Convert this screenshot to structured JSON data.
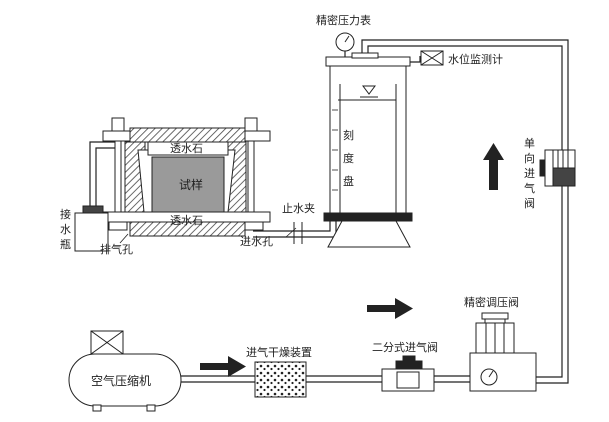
{
  "labels": {
    "pressure_gauge": "精密压力表",
    "water_level_meter": "水位监测计",
    "scale_char_1": "刻",
    "scale_char_2": "度",
    "scale_char_3": "盘",
    "one_way_char_1": "单",
    "one_way_char_2": "向",
    "one_way_char_3": "进",
    "one_way_char_4": "气",
    "one_way_char_5": "阀",
    "permeable_stone_top": "透水石",
    "sample": "试样",
    "permeable_stone_bottom": "透水石",
    "water_stop_clamp": "止水夹",
    "water_inlet": "进水孔",
    "exhaust_hole": "排气孔",
    "bottle_char_1": "接",
    "bottle_char_2": "水",
    "bottle_char_3": "瓶",
    "precision_regulator": "精密调压阀",
    "air_dryer": "进气干燥装置",
    "two_way_valve": "二分式进气阀",
    "air_compressor": "空气压缩机"
  },
  "colors": {
    "line": "#222222",
    "sample_fill": "#9a9a9a",
    "hatch": "#444444",
    "arrow": "#222222"
  }
}
